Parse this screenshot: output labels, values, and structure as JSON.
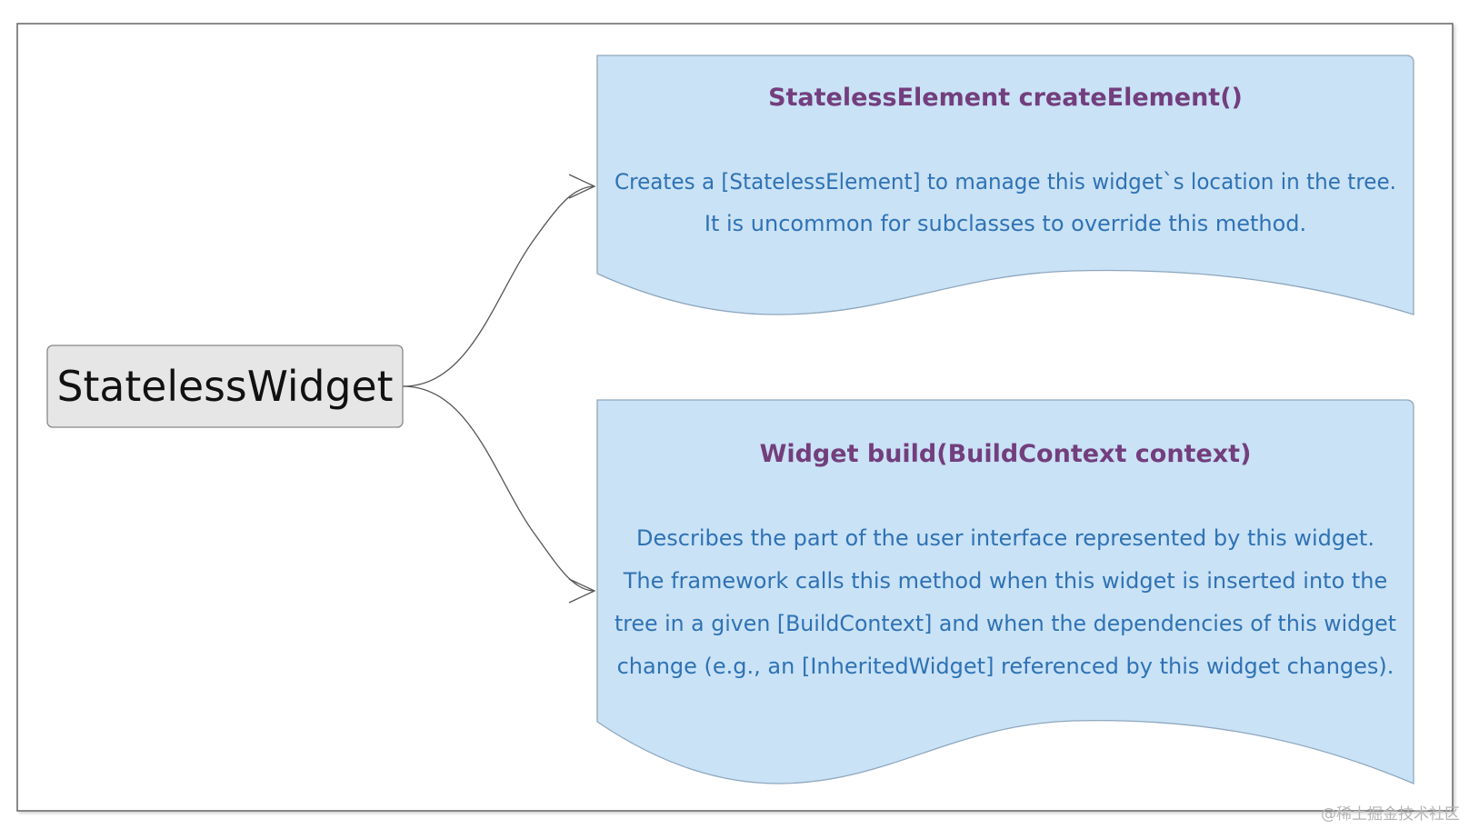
{
  "root": {
    "label": "StatelessWidget"
  },
  "methods": [
    {
      "title": "StatelessElement createElement()",
      "description": [
        "Creates a [StatelessElement] to manage this widget`s location in the tree.",
        "It is uncommon for subclasses to override this method."
      ]
    },
    {
      "title": "Widget build(BuildContext context)",
      "description": [
        "Describes the part of the user interface represented by this widget.",
        "The framework calls this method when this widget is inserted into the",
        "tree in a given [BuildContext] and when the dependencies of this widget",
        "change (e.g., an [InheritedWidget] referenced by this widget changes)."
      ]
    }
  ],
  "watermark": "@稀土掘金技术社区",
  "colors": {
    "root_fill": "#e6e6e6",
    "root_stroke": "#888888",
    "note_fill": "#c9e2f6",
    "note_stroke": "#8fa7bd",
    "title_text": "#733e7d",
    "body_text": "#2f72b4",
    "connector": "#555555",
    "frame": "#6e6e6e"
  }
}
